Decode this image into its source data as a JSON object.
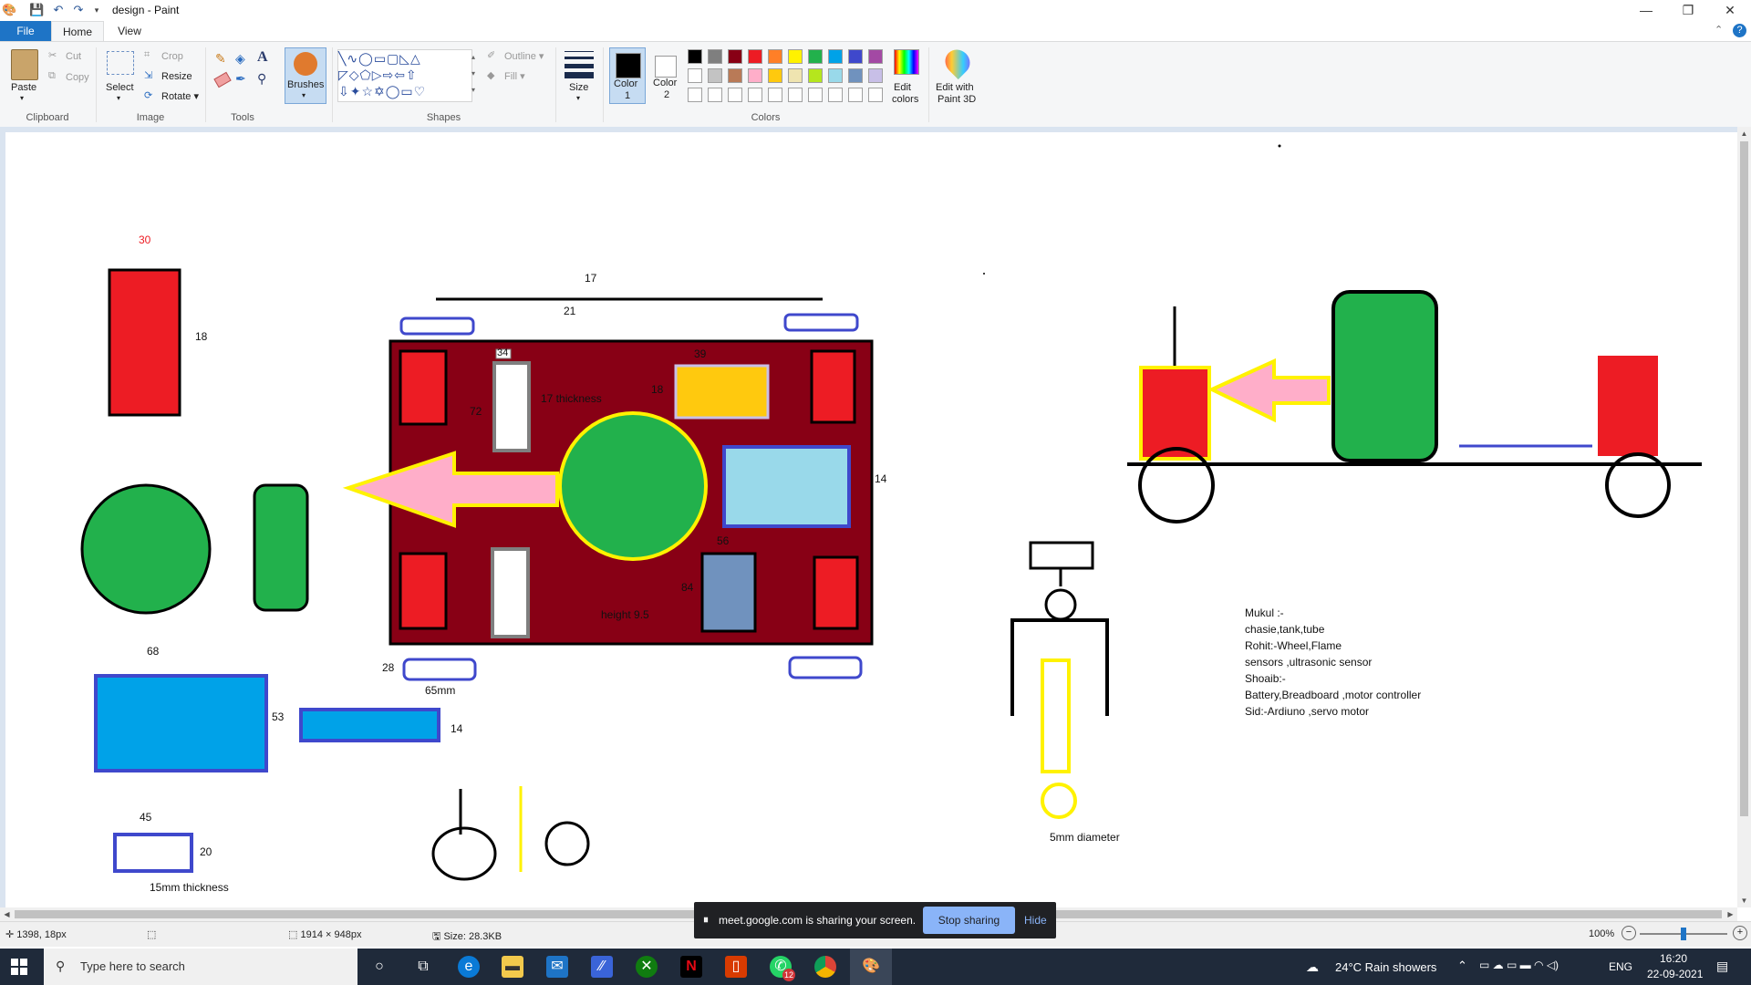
{
  "window": {
    "title": "design - Paint",
    "controls": {
      "minimize": "—",
      "maximize": "❐",
      "close": "✕"
    }
  },
  "quick_access": [
    "save-icon",
    "undo-icon",
    "redo-icon",
    "customize-icon"
  ],
  "tabs": [
    {
      "label": "File",
      "active": false
    },
    {
      "label": "Home",
      "active": true
    },
    {
      "label": "View",
      "active": false
    }
  ],
  "ribbon": {
    "clipboard": {
      "label": "Clipboard",
      "paste": "Paste",
      "cut": "Cut",
      "copy": "Copy"
    },
    "image": {
      "label": "Image",
      "select": "Select",
      "crop": "Crop",
      "resize": "Resize",
      "rotate": "Rotate"
    },
    "tools": {
      "label": "Tools"
    },
    "brushes": {
      "label": "Brushes"
    },
    "shapes": {
      "label": "Shapes",
      "outline": "Outline",
      "fill": "Fill"
    },
    "size": {
      "label": "Size"
    },
    "colors": {
      "label": "Colors",
      "color1": "Color\n1",
      "color1_a": "Color",
      "color1_b": "1",
      "color2_a": "Color",
      "color2_b": "2",
      "edit_a": "Edit",
      "edit_b": "colors",
      "palette_row1": [
        "#000000",
        "#7f7f7f",
        "#880015",
        "#ed1c24",
        "#ff7f27",
        "#fff200",
        "#22b14c",
        "#00a2e8",
        "#3f48cc",
        "#a349a4"
      ],
      "palette_row2": [
        "#ffffff",
        "#c3c3c3",
        "#b97a57",
        "#ffaec9",
        "#ffc90e",
        "#efe4b0",
        "#b5e61d",
        "#99d9ea",
        "#7092be",
        "#c8bfe7"
      ],
      "palette_row3": [
        "#ffffff",
        "#ffffff",
        "#ffffff",
        "#ffffff",
        "#ffffff",
        "#ffffff",
        "#ffffff",
        "#ffffff",
        "#ffffff",
        "#ffffff"
      ]
    },
    "paint3d": {
      "line1": "Edit with",
      "line2": "Paint 3D"
    }
  },
  "drawing": {
    "labels": {
      "n30": "30",
      "n18a": "18",
      "n17top": "17",
      "n21": "21",
      "n34": "34",
      "n39": "39",
      "n72": "72",
      "thickness17": "17 thickness",
      "n18b": "18",
      "n14a": "14",
      "n56": "56",
      "n84": "84",
      "height": "height 9.5",
      "n28": "28",
      "mm65": "65mm",
      "n68": "68",
      "n53": "53",
      "n14b": "14",
      "n45": "45",
      "n20": "20",
      "thickness15": "15mm thickness",
      "diameter": "5mm diameter"
    },
    "notes": [
      "Mukul :-",
      "chasie,tank,tube",
      "Rohit:-Wheel,Flame",
      "sensors ,ultrasonic sensor",
      "Shoaib:-",
      "Battery,Breadboard ,motor controller",
      "Sid:-Ardiuno  ,servo motor"
    ]
  },
  "status": {
    "cursor": "1398, 18px",
    "dimensions": "1914 × 948px",
    "size": "Size: 28.3KB",
    "zoom": "100%",
    "zoom_level": 0.5
  },
  "meet": {
    "message": "meet.google.com is sharing your screen.",
    "stop": "Stop sharing",
    "hide": "Hide"
  },
  "taskbar": {
    "search_placeholder": "Type here to search",
    "weather": "24°C  Rain showers",
    "lang": "ENG",
    "time": "16:20",
    "date": "22-09-2021",
    "whatsapp_badge": "12"
  }
}
